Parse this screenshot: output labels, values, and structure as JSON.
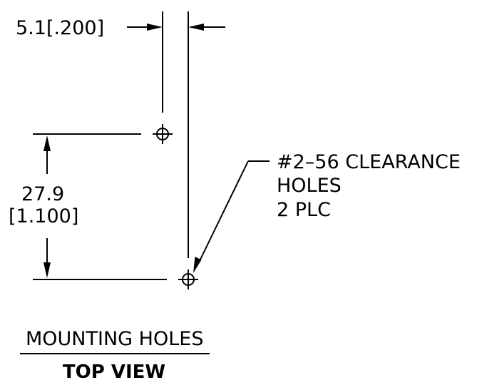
{
  "dimensions": {
    "horizontal": {
      "label": "5.1[.200]"
    },
    "vertical": {
      "metric": "27.9",
      "imperial": "[1.100]"
    }
  },
  "callout": {
    "line1": "#2–56 CLEARANCE",
    "line2": "HOLES",
    "line3": "2 PLC"
  },
  "title": {
    "top": "MOUNTING HOLES",
    "bottom": "TOP VIEW"
  },
  "colors": {
    "ink": "#000000",
    "background": "#ffffff"
  }
}
